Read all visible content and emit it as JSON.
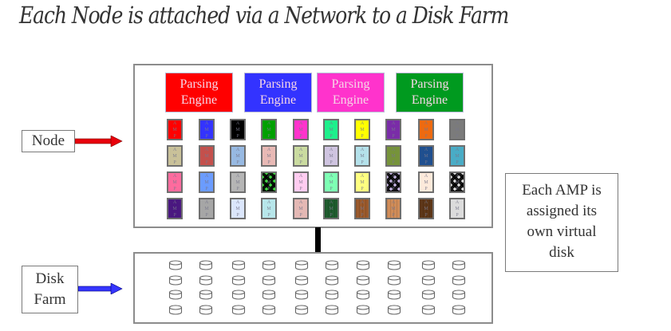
{
  "title": "Each Node is attached via a Network to a Disk Farm",
  "labels": {
    "node": "Node",
    "disk_farm_line1": "Disk",
    "disk_farm_line2": "Farm"
  },
  "note": {
    "lines": [
      "Each AMP is",
      "assigned its",
      "own virtual",
      "disk"
    ]
  },
  "arrows": {
    "node_arrow_color": "#e8000b",
    "disk_arrow_color": "#3535ff"
  },
  "parsing_engines": [
    {
      "line1": "Parsing",
      "line2": "Engine",
      "color": "#ff0000"
    },
    {
      "line1": "Parsing",
      "line2": "Engine",
      "color": "#3333ff"
    },
    {
      "line1": "Parsing",
      "line2": "Engine",
      "color": "#ff33cc"
    },
    {
      "line1": "Parsing",
      "line2": "Engine",
      "color": "#009a1f"
    }
  ],
  "amp_letters": [
    "A",
    "M",
    "P"
  ],
  "amp_grid": [
    [
      {
        "color": "#ff0000"
      },
      {
        "color": "#3333ff"
      },
      {
        "color": "#000000"
      },
      {
        "color": "#00a000"
      },
      {
        "color": "#ff33cc"
      },
      {
        "color": "#1ef08c"
      },
      {
        "color": "#ffff00"
      },
      {
        "color": "#7a2ca8"
      },
      {
        "color": "#ee6a10"
      },
      {
        "color": "#7b7b7b"
      }
    ],
    [
      {
        "color": "#c9c199"
      },
      {
        "color": "#c4504c"
      },
      {
        "color": "#97b9e2"
      },
      {
        "color": "#e8b9b5"
      },
      {
        "color": "#cadba0"
      },
      {
        "color": "#cfc4e0"
      },
      {
        "color": "#b4e1ea"
      },
      {
        "color": "#76933a"
      },
      {
        "color": "#1f4f8f"
      },
      {
        "color": "#49acc6"
      }
    ],
    [
      {
        "color": "#fe6b9e"
      },
      {
        "color": "#6b9cff"
      },
      {
        "color": "#b5b5b5"
      },
      {
        "color": "#40e040",
        "pattern": "diamond"
      },
      {
        "color": "#ffccf0"
      },
      {
        "color": "#7effb4"
      },
      {
        "color": "#ffff80"
      },
      {
        "color": "#c8b6e6",
        "pattern": "diamond"
      },
      {
        "color": "#fdeadb"
      },
      {
        "color": "#e0e0e0",
        "pattern": "diamond"
      }
    ],
    [
      {
        "color": "#4a1880"
      },
      {
        "color": "#a6a6a6"
      },
      {
        "color": "#dbe6fb"
      },
      {
        "color": "#b7e6ea"
      },
      {
        "color": "#e4b8b4"
      },
      {
        "color": "#1f5c2e",
        "pattern": "wood"
      },
      {
        "color": "#9b5a2c",
        "pattern": "wood"
      },
      {
        "color": "#d08c58",
        "pattern": "wood"
      },
      {
        "color": "#5e3718",
        "pattern": "wood"
      },
      {
        "color": "#dcdcdc"
      }
    ]
  ],
  "disk_grid": {
    "rows": 4,
    "cols": 10
  }
}
